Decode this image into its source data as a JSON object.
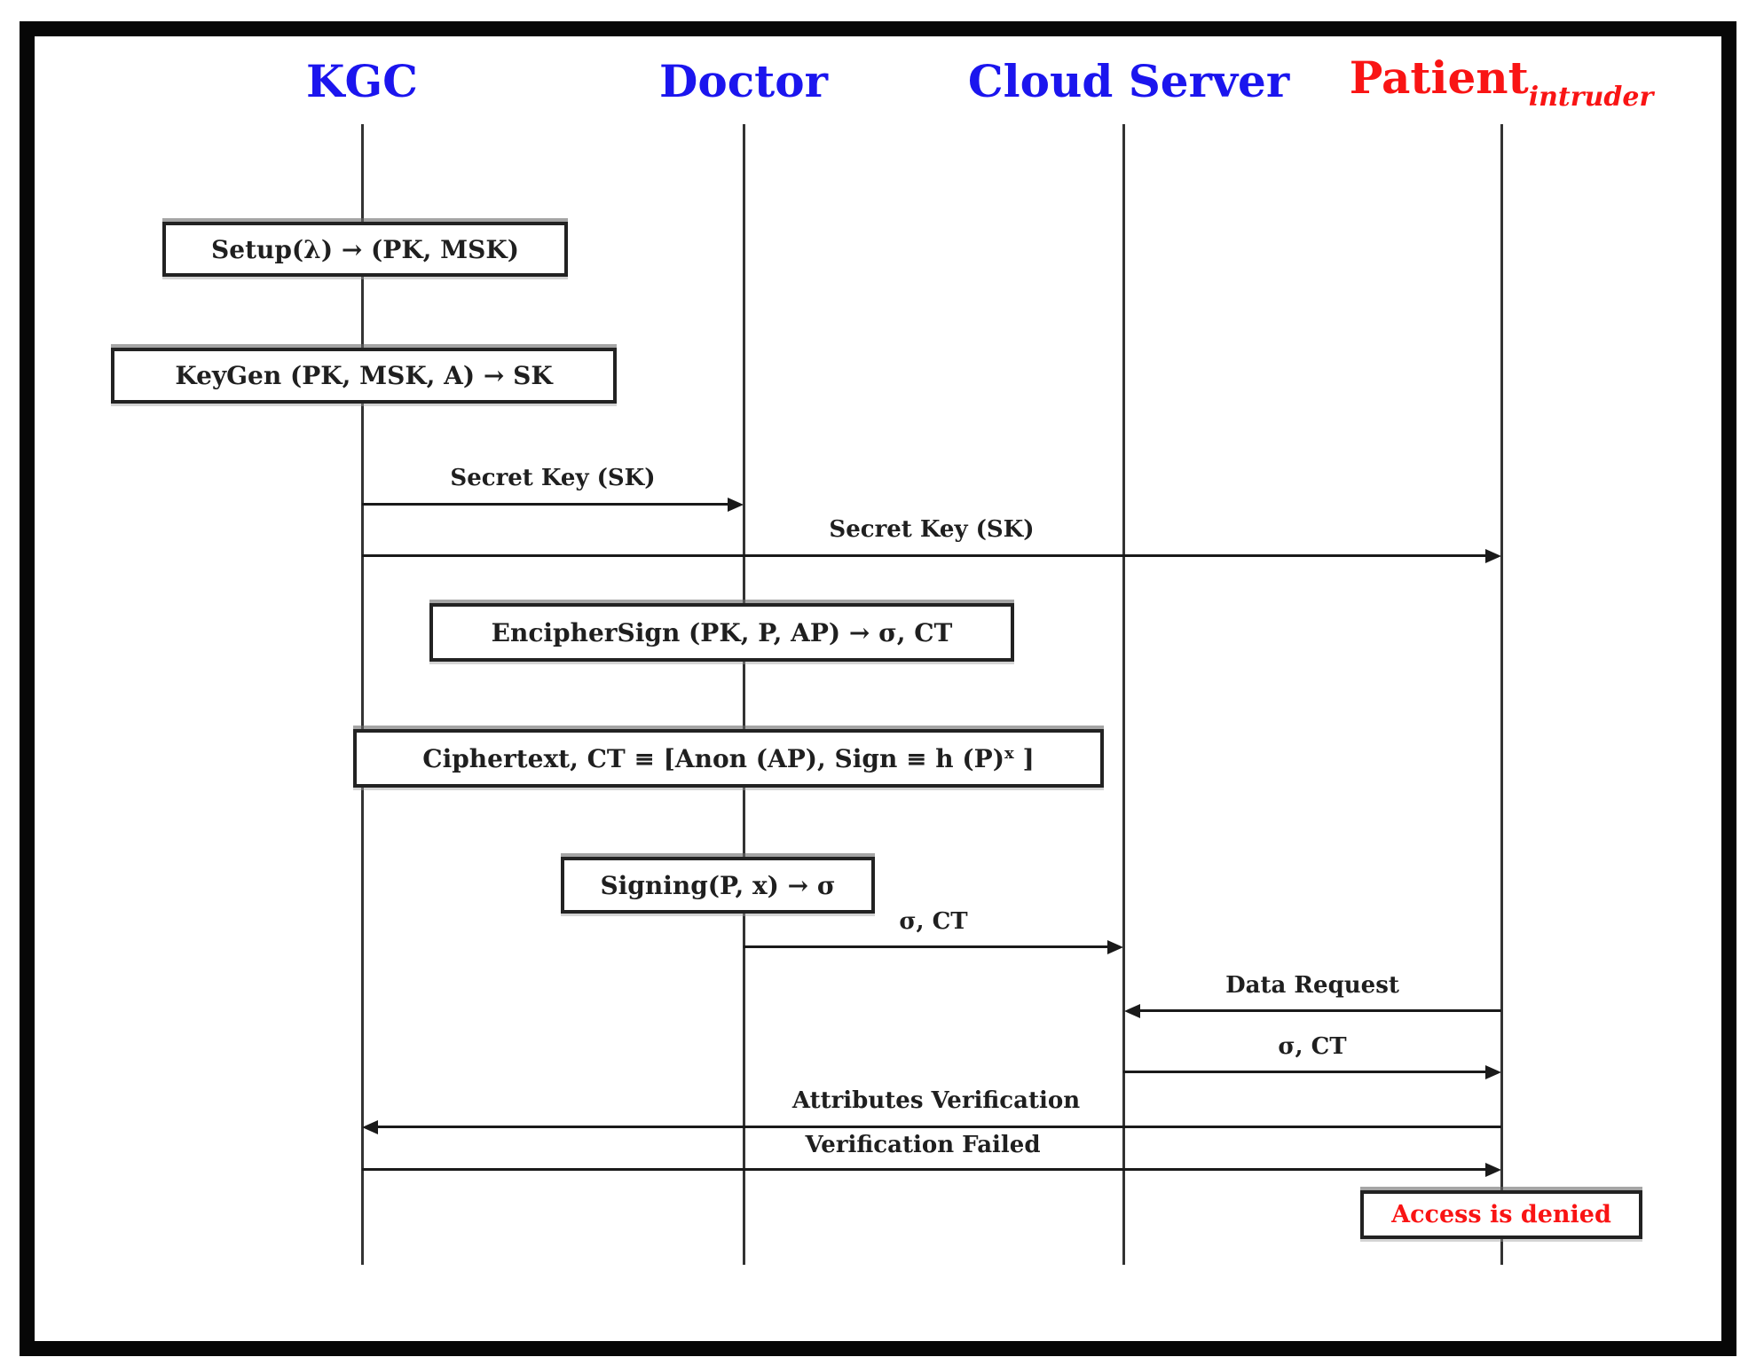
{
  "actors": [
    {
      "name": "KGC"
    },
    {
      "name": "Doctor"
    },
    {
      "name": "Cloud Server"
    },
    {
      "name": "Patient",
      "subscript": "intruder"
    }
  ],
  "process_boxes": {
    "setup": "Setup(λ) → (PK, MSK)",
    "keygen": "KeyGen (PK, MSK, A) → SK",
    "enciphersign": "EncipherSign (PK, P, AP) → σ, CT",
    "ciphertext_pre": "Ciphertext, CT ≡ [Anon (AP), Sign ≡ h (P)",
    "ciphertext_sup": "x",
    "ciphertext_post": " ]",
    "signing": "Signing(P, x) → σ",
    "access_denied": "Access is denied"
  },
  "messages": {
    "secret_key_doctor": "Secret Key (SK)",
    "secret_key_patient": "Secret Key (SK)",
    "sigma_ct_doctor_cloud": "σ, CT",
    "data_request": "Data Request",
    "sigma_ct_cloud_patient": "σ, CT",
    "attributes_verification": "Attributes Verification",
    "verification_failed": "Verification Failed"
  },
  "colors": {
    "actor_blue": "#1b15ee",
    "alert_red": "#f91414",
    "text_black": "#1f1f1f"
  }
}
